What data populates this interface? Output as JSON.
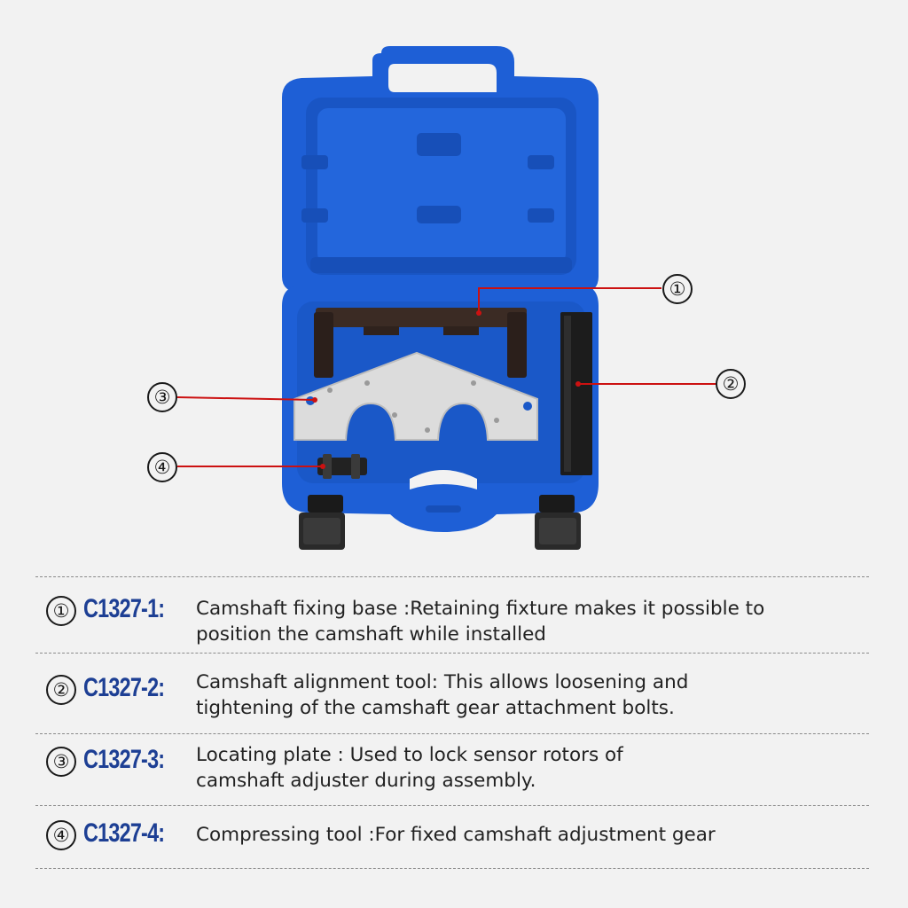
{
  "image": {
    "subject": "blue tool case",
    "case_color": "#1e5fd6",
    "leader_color": "#cc1111"
  },
  "callouts": [
    "①",
    "②",
    "③",
    "④"
  ],
  "parts": [
    {
      "num": "①",
      "code": "C1327-1:",
      "lines": [
        "Camshaft fixing base :Retaining fixture makes it possible to",
        "position the camshaft while installed"
      ]
    },
    {
      "num": "②",
      "code": "C1327-2:",
      "lines": [
        "Camshaft alignment tool: This allows loosening and",
        "tightening of the camshaft gear attachment bolts."
      ]
    },
    {
      "num": "③",
      "code": "C1327-3:",
      "lines": [
        "Locating plate : Used to lock sensor rotors of",
        "camshaft adjuster during assembly."
      ]
    },
    {
      "num": "④",
      "code": "C1327-4:",
      "lines": [
        "Compressing tool :For fixed camshaft adjustment gear"
      ]
    }
  ]
}
